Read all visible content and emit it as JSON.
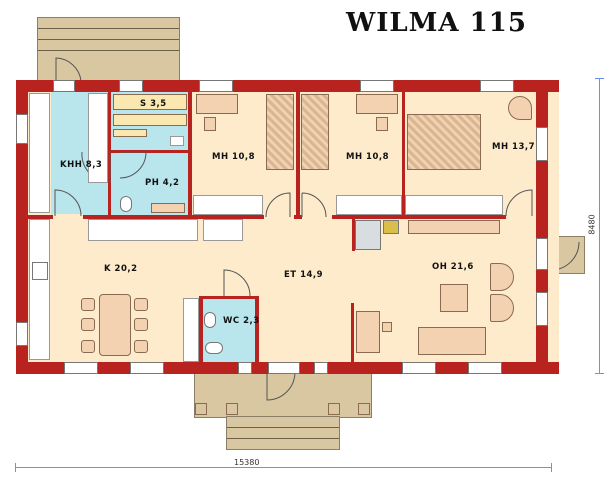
{
  "title": "WILMA 115",
  "rooms": [
    {
      "id": "khh",
      "label": "KHH 8,3"
    },
    {
      "id": "s",
      "label": "S 3,5"
    },
    {
      "id": "ph",
      "label": "PH 4,2"
    },
    {
      "id": "mh1",
      "label": "MH 10,8"
    },
    {
      "id": "mh2",
      "label": "MH 10,8"
    },
    {
      "id": "mh3",
      "label": "MH 13,7"
    },
    {
      "id": "k",
      "label": "K 20,2"
    },
    {
      "id": "et",
      "label": "ET 14,9"
    },
    {
      "id": "wc",
      "label": "WC 2,3"
    },
    {
      "id": "oh",
      "label": "OH 21,6"
    }
  ],
  "dimensions": {
    "width": "15380",
    "depth": "8480"
  },
  "colors": {
    "wall": "#b8231f",
    "floor_dry": "#fdebcc",
    "floor_wet": "#b8e6ec",
    "deck": "#d8c7a0",
    "dimension_line": "#6f8ff0"
  }
}
